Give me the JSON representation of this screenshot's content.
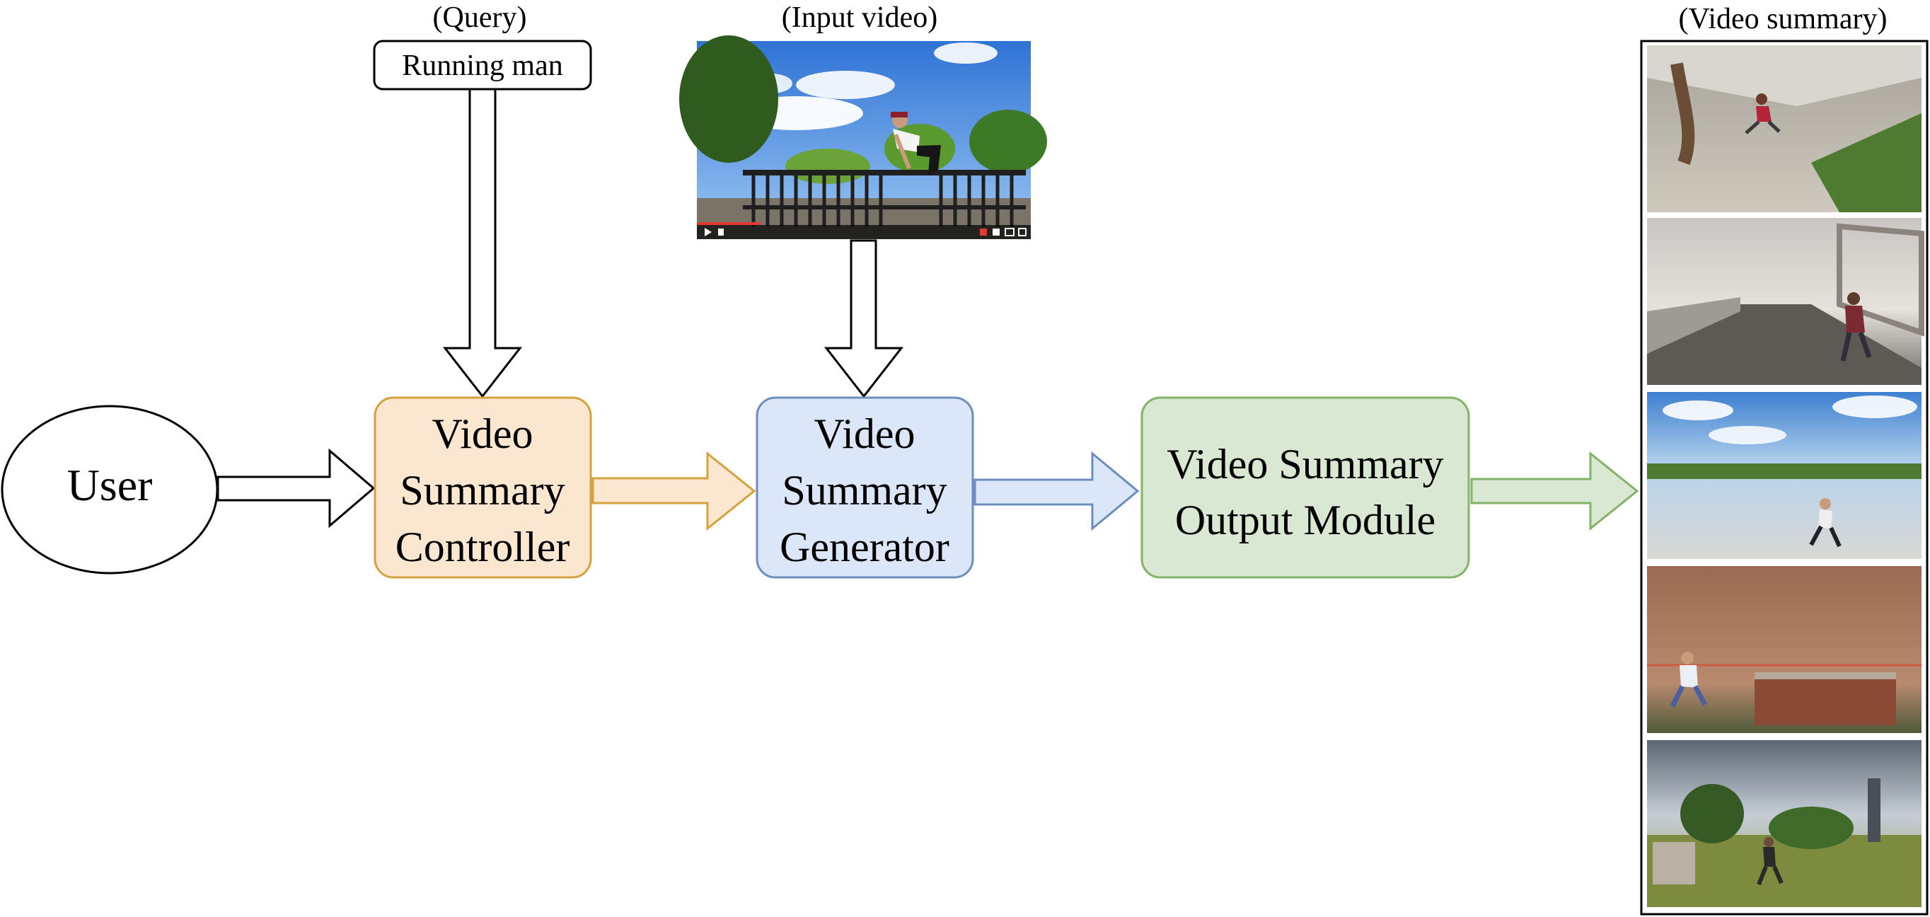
{
  "captions": {
    "query": "(Query)",
    "input_video": "(Input video)",
    "video_summary": "(Video summary)"
  },
  "query_text": "Running man",
  "nodes": {
    "user": {
      "label": "User"
    },
    "controller": {
      "lines": [
        "Video",
        "Summary",
        "Controller"
      ],
      "fill": "#fbe6cf",
      "stroke": "#d6a23d"
    },
    "generator": {
      "lines": [
        "Video",
        "Summary",
        "Generator"
      ],
      "fill": "#dbe7f8",
      "stroke": "#6c8ebf"
    },
    "output": {
      "lines": [
        "Video Summary",
        "Output Module"
      ],
      "fill": "#d8e8d2",
      "stroke": "#82b366"
    }
  },
  "colors": {
    "outline": "#000000",
    "controller_arrow_fill": "#fbe6cf",
    "controller_arrow_stroke": "#d6a23d",
    "generator_arrow_fill": "#dbe7f8",
    "generator_arrow_stroke": "#6c8ebf",
    "output_arrow_fill": "#d8e8d2",
    "output_arrow_stroke": "#82b366"
  },
  "images": {
    "input_video": "parkour-jump-over-railing-thumbnail",
    "summary_frames": [
      "runner-in-courtyard",
      "runner-on-walkway",
      "runner-in-plaza",
      "runner-by-brick-wall",
      "runner-on-grass-field"
    ]
  }
}
